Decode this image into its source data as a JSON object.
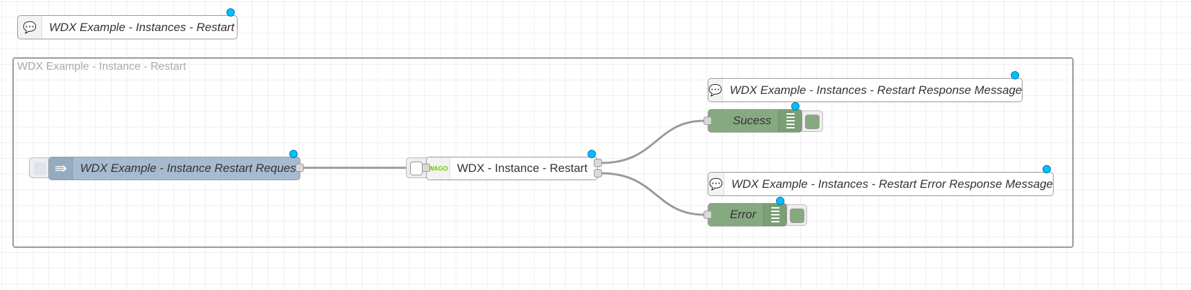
{
  "comments": {
    "top": "WDX Example - Instances - Restart",
    "response": "WDX Example - Instances - Restart Response Message",
    "error": "WDX Example - Instances - Restart Error Response Message"
  },
  "group": {
    "label": "WDX Example - Instance - Restart"
  },
  "inject": {
    "label": "WDX Example - Instance Restart Request"
  },
  "wdx": {
    "label": "WDX - Instance - Restart",
    "logo": "WAGO"
  },
  "debug_success": {
    "label": "Sucess"
  },
  "debug_error": {
    "label": "Error"
  },
  "colors": {
    "inject": "#a6bbcf",
    "debug": "#87a980",
    "changed_dot": "#00bfff"
  }
}
